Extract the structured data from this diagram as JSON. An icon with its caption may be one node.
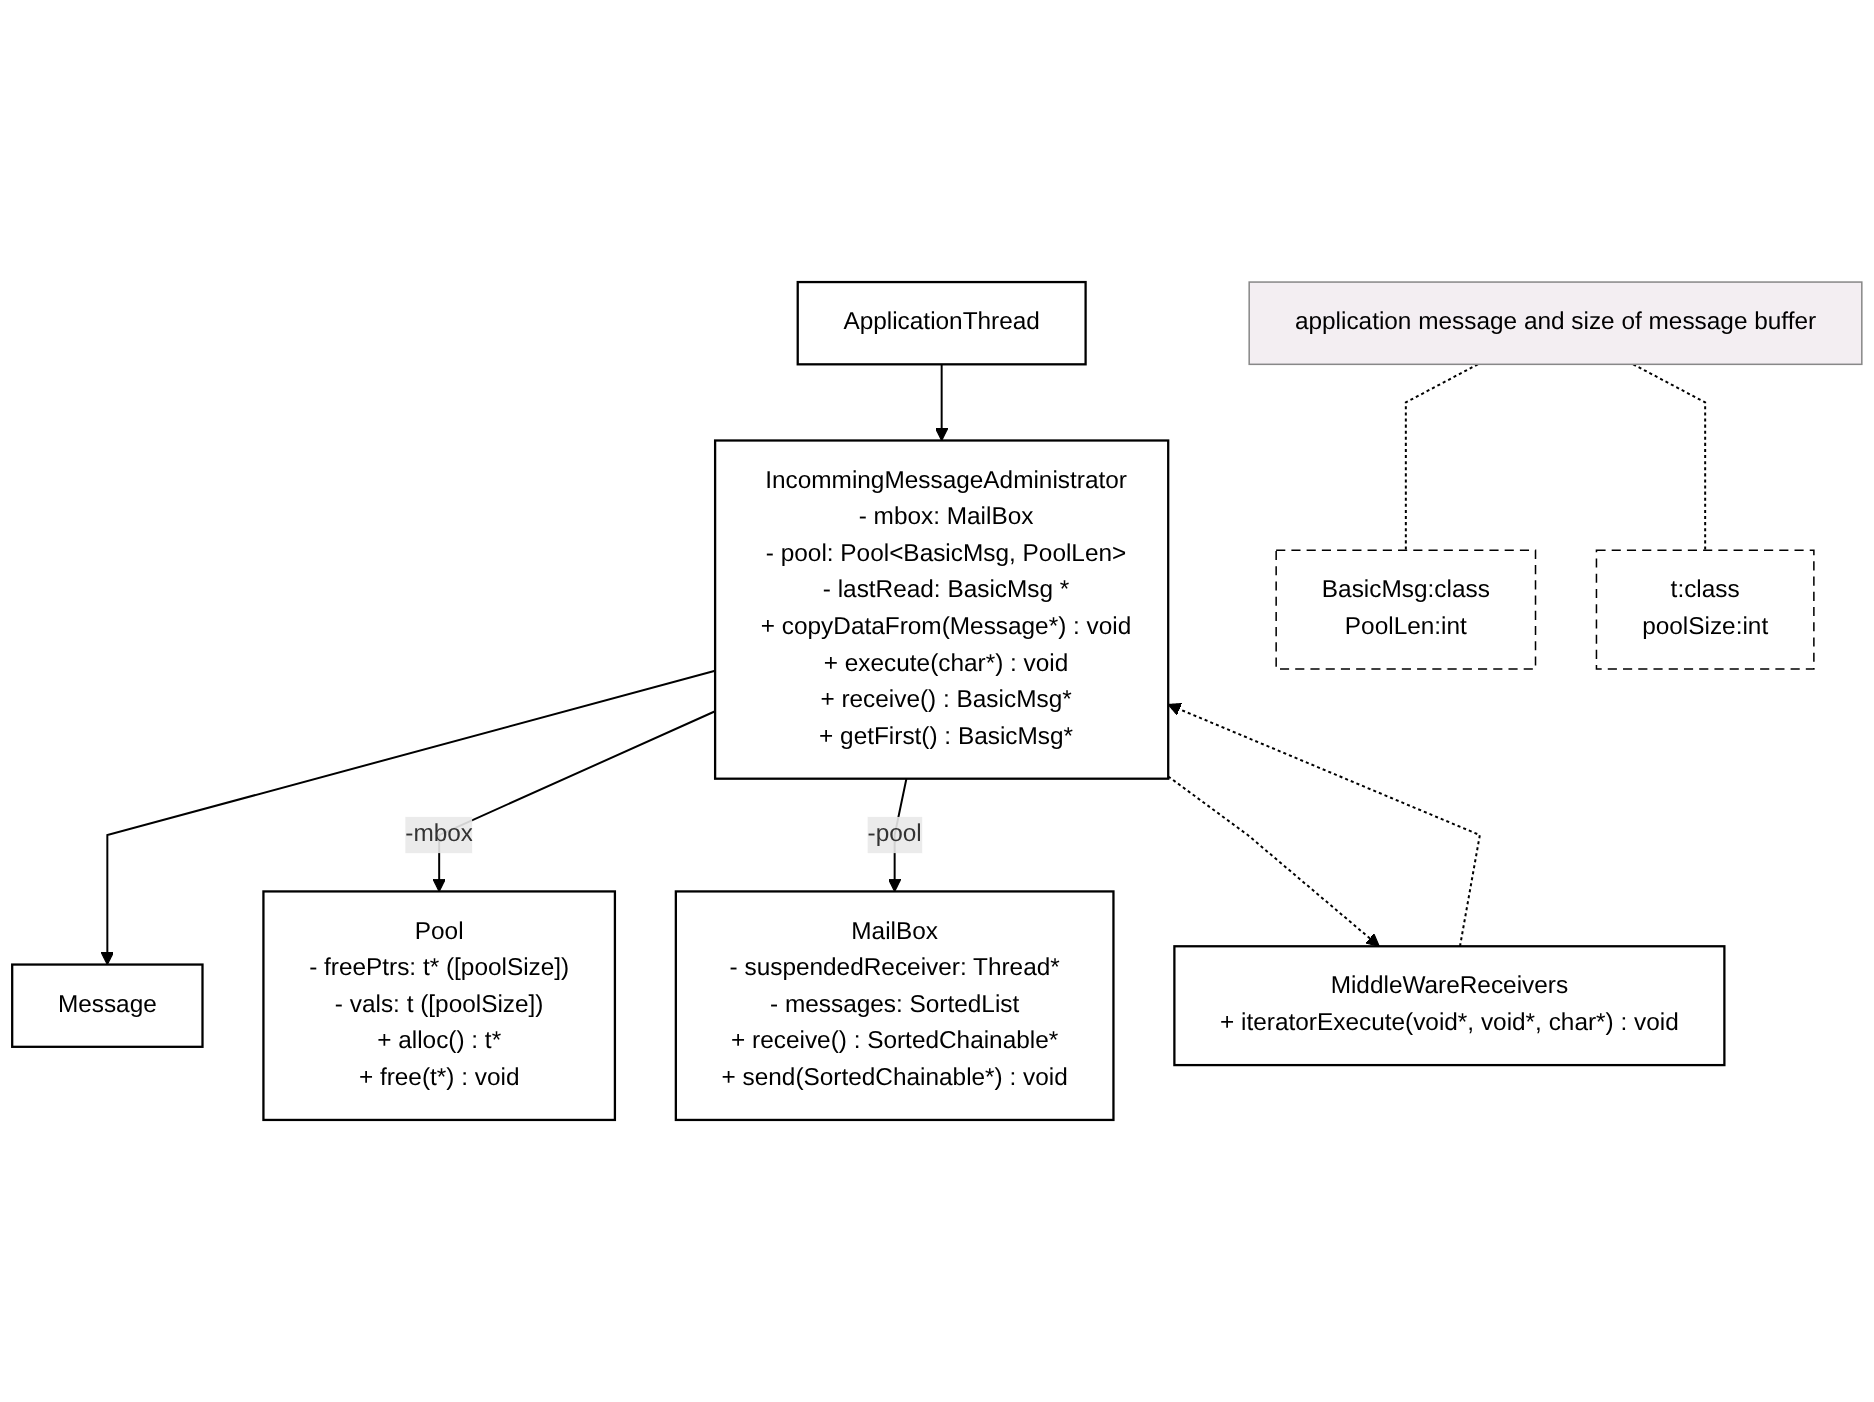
{
  "diagram": {
    "nodes": [
      {
        "text": [
          "Message"
        ]
      },
      {
        "text": [
          "ApplicationThread"
        ]
      },
      {
        "text": [
          "application message and size of message buffer"
        ]
      },
      {
        "text": [
          "IncommingMessageAdministrator",
          "- mbox: MailBox",
          "- pool: Pool<BasicMsg, PoolLen>",
          "- lastRead: BasicMsg *",
          "+ copyDataFrom(Message*) : void",
          "+ execute(char*) : void",
          "+ receive() : BasicMsg*",
          "+ getFirst() : BasicMsg*"
        ]
      },
      {
        "text": [
          "BasicMsg:class",
          "PoolLen:int"
        ]
      },
      {
        "text": [
          "Pool",
          "- freePtrs: t* ([poolSize])",
          "- vals: t ([poolSize])",
          "+ alloc() : t*",
          "+ free(t*) : void"
        ]
      },
      {
        "text": [
          "t:class",
          "poolSize:int"
        ]
      },
      {
        "text": [
          "MailBox",
          "- suspendedReceiver: Thread*",
          "- messages: SortedList",
          "+ receive() : SortedChainable*",
          "+ send(SortedChainable*) : void"
        ]
      },
      {
        "text": [
          "MiddleWareReceivers",
          "+ iteratorExecute(void*, void*, char*) : void"
        ]
      }
    ],
    "edges": [
      {
        "from": 3,
        "to": 0,
        "arrow": "to"
      },
      {
        "from": 1,
        "to": 3,
        "arrow": "to"
      },
      {
        "from": 2,
        "to": 4,
        "arrow": "none",
        "style": "dashed"
      },
      {
        "from": 2,
        "to": 6,
        "arrow": "none",
        "style": "dashed"
      },
      {
        "from": 3,
        "to": 5,
        "arrow": "to",
        "label": "-mbox"
      },
      {
        "from": 3,
        "to": 7,
        "arrow": "to",
        "label": "-pool"
      },
      {
        "from": 3,
        "to": 8,
        "arrow": "to",
        "style": "dashed"
      },
      {
        "from": 8,
        "to": 3,
        "arrow": "to",
        "style": "dashed"
      }
    ]
  }
}
